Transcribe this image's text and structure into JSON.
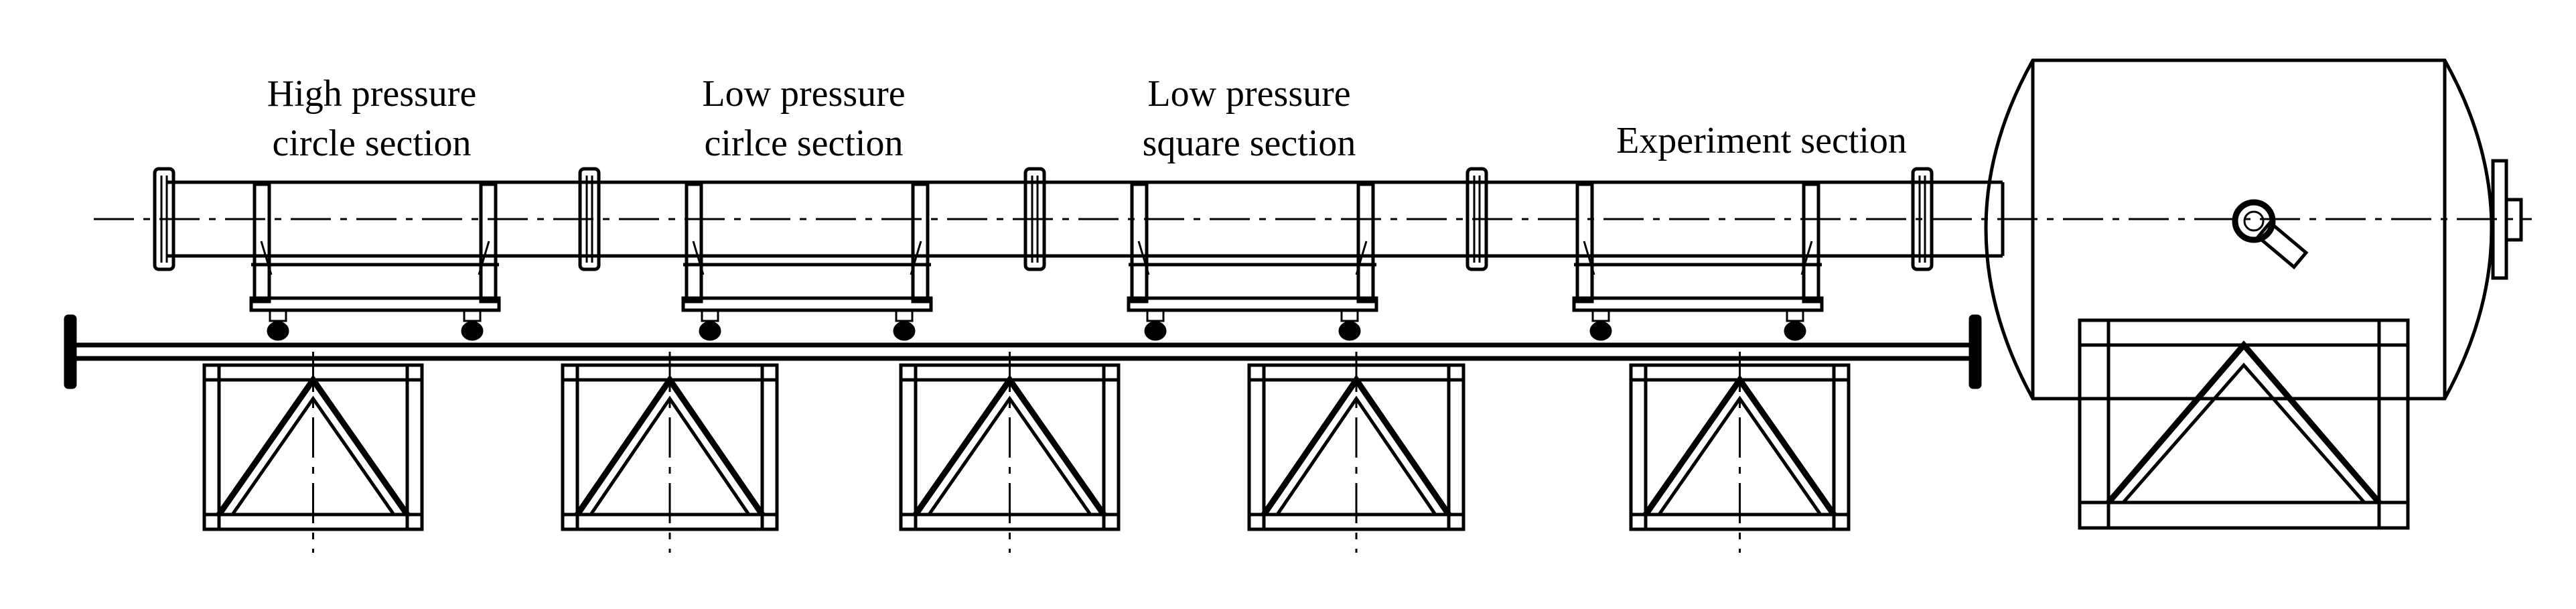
{
  "labels": {
    "high_pressure_circle_line1": "High pressure",
    "high_pressure_circle_line2": "circle section",
    "low_pressure_circle_line1": "Low pressure",
    "low_pressure_circle_line2": "cirlce section",
    "low_pressure_square_line1": "Low pressure",
    "low_pressure_square_line2": "square section",
    "experiment": "Experiment section"
  }
}
